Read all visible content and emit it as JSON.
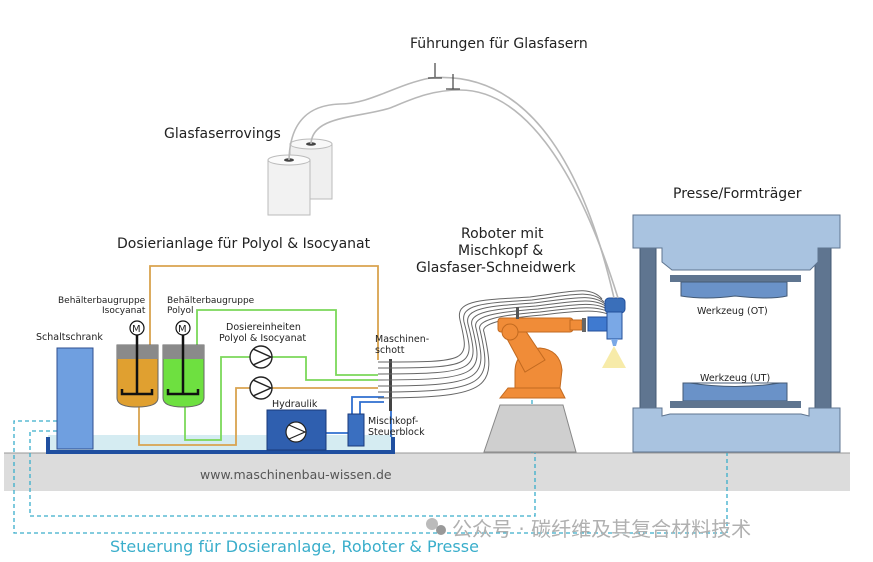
{
  "diagram": {
    "title": "RIM / LFI production line schematic",
    "labels": {
      "fiber_guides": "Führungen für Glasfasern",
      "rovings": "Glasfaserrovings",
      "dosing_plant": "Dosierianlage für Polyol & Isocyanat",
      "robot_line1": "Roboter mit",
      "robot_line2": "Mischkopf &",
      "robot_line3": "Glasfaser-Schneidwerk",
      "press": "Presse/Formträger",
      "tool_top": "Werkzeug (OT)",
      "tool_bottom": "Werkzeug (UT)",
      "tank_iso_line1": "Behälterbaugruppe",
      "tank_iso_line2": "Isocyanat",
      "tank_polyol_line1": "Behälterbaugruppe",
      "tank_polyol_line2": "Polyol",
      "control_cabinet": "Schaltschrank",
      "dosing_units_line1": "Dosiereinheiten",
      "dosing_units_line2": "Polyol & Isocyanat",
      "bulkhead_line1": "Maschinen-",
      "bulkhead_line2": "schott",
      "hydraulics": "Hydraulik",
      "mixhead_block_line1": "Mischkopf-",
      "mixhead_block_line2": "Steuerblock",
      "motor_symbol": "M",
      "website": "www.maschinenbau-wissen.de",
      "control_caption": "Steuerung für Dosieranlage, Roboter & Presse",
      "watermark": "公众号 · 碳纤维及其复合材料技术"
    },
    "colors": {
      "isocyanate": "#e0a030",
      "polyol": "#6ee040",
      "hydraulic_blue": "#2f5faf",
      "cabinet_blue": "#6f9fe0",
      "robot_orange": "#f08c38",
      "press_light": "#a9c3e0",
      "press_dark": "#5f7590",
      "control_cyan": "#3aaecb",
      "floor_gray": "#dcdcdc",
      "fiber_gray": "#b8b8b8"
    }
  }
}
